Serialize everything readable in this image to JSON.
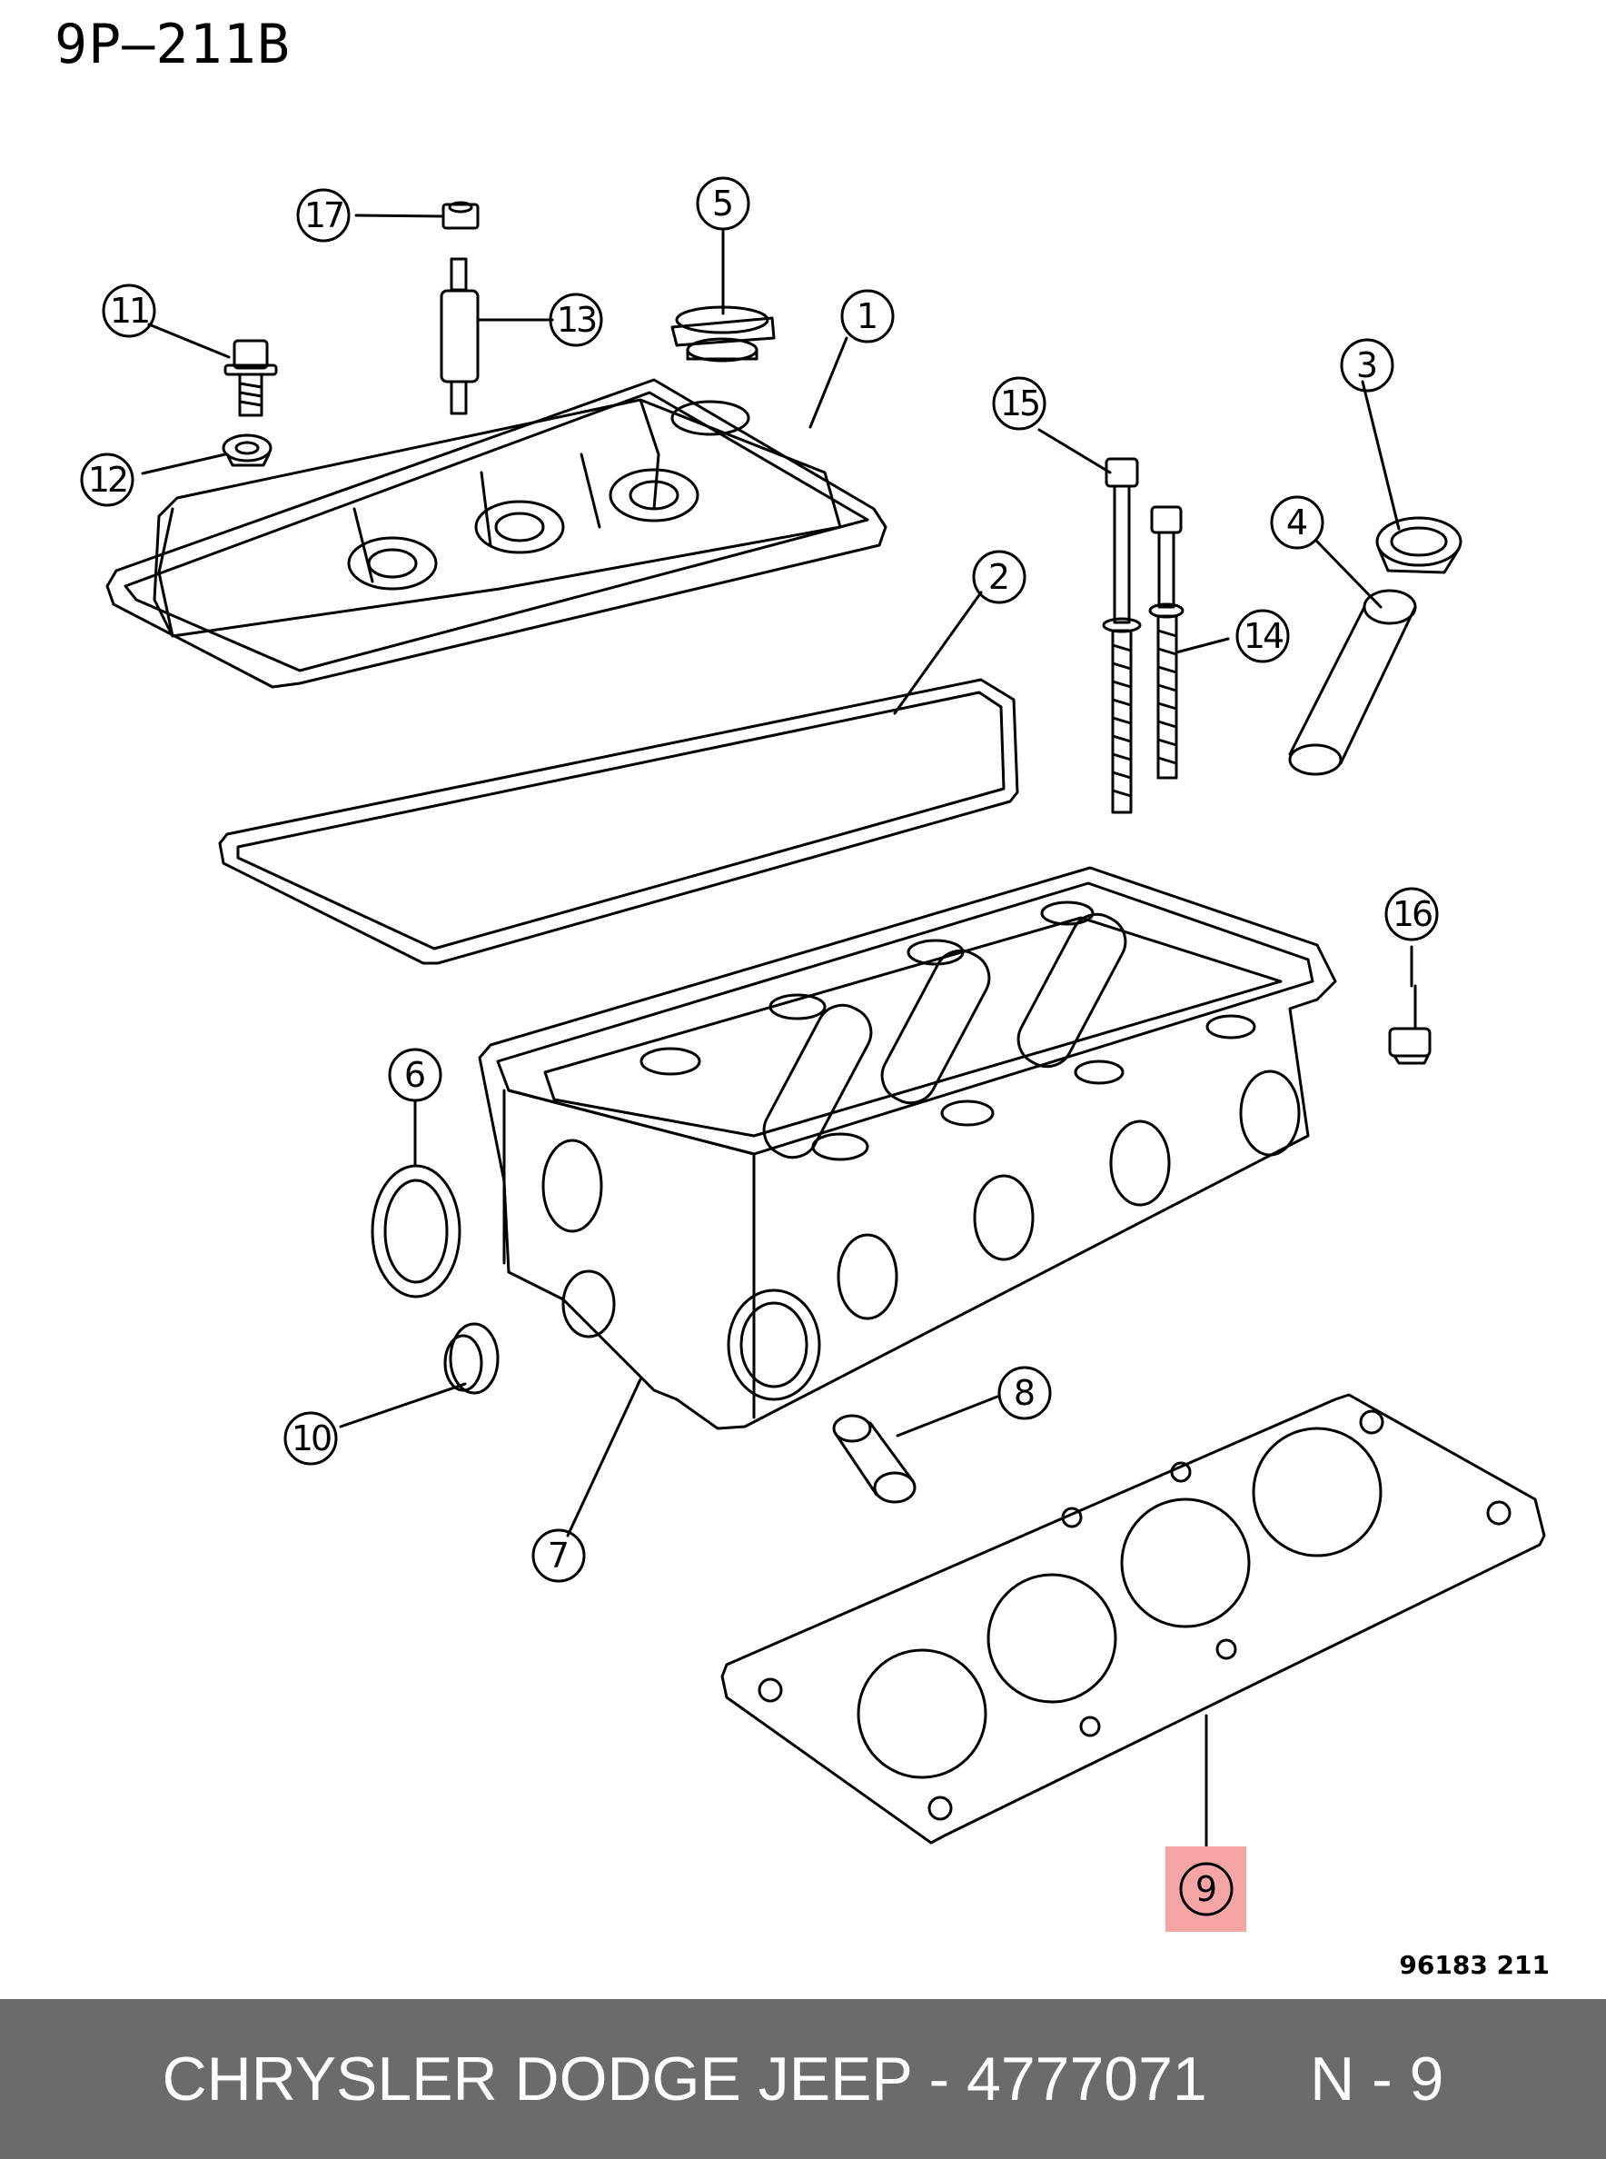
{
  "diagram": {
    "code": "9P–211B",
    "reference": "96183  211",
    "highlighted_callout": "9",
    "highlight_color": "#f5a5a5",
    "callouts": [
      {
        "id": "c1",
        "label": "1"
      },
      {
        "id": "c2",
        "label": "2"
      },
      {
        "id": "c3",
        "label": "3"
      },
      {
        "id": "c4",
        "label": "4"
      },
      {
        "id": "c5",
        "label": "5"
      },
      {
        "id": "c6",
        "label": "6"
      },
      {
        "id": "c7",
        "label": "7"
      },
      {
        "id": "c8",
        "label": "8"
      },
      {
        "id": "c9",
        "label": "9"
      },
      {
        "id": "c10",
        "label": "10"
      },
      {
        "id": "c11",
        "label": "11"
      },
      {
        "id": "c12",
        "label": "12"
      },
      {
        "id": "c13",
        "label": "13"
      },
      {
        "id": "c14",
        "label": "14"
      },
      {
        "id": "c15",
        "label": "15"
      },
      {
        "id": "c16",
        "label": "16"
      },
      {
        "id": "c17",
        "label": "17"
      }
    ]
  },
  "footer": {
    "text": "CHRYSLER DODGE JEEP - 4777071      N - 9",
    "background": "#6b6b6b"
  }
}
